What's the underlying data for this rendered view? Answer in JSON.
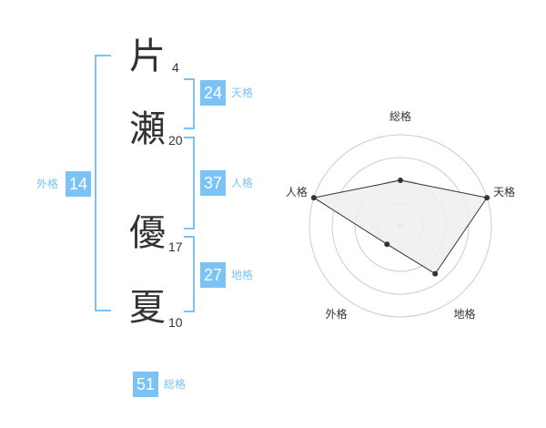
{
  "colors": {
    "accent": "#7cc3f5",
    "text": "#333333",
    "grid": "#cccccc",
    "fill": "#eeeeee"
  },
  "name": {
    "characters": [
      {
        "char": "片",
        "strokes": "4"
      },
      {
        "char": "瀬",
        "strokes": "20"
      },
      {
        "char": "優",
        "strokes": "17"
      },
      {
        "char": "夏",
        "strokes": "10"
      }
    ]
  },
  "fortunes": {
    "tenkaku": {
      "value": "24",
      "label": "天格"
    },
    "jinkaku": {
      "value": "37",
      "label": "人格"
    },
    "chikaku": {
      "value": "27",
      "label": "地格"
    },
    "gaikaku": {
      "value": "14",
      "label": "外格"
    },
    "soukaku": {
      "value": "51",
      "label": "総格"
    }
  },
  "chart_data": {
    "type": "radar",
    "axes": [
      "総格",
      "天格",
      "地格",
      "外格",
      "人格"
    ],
    "values": [
      0.5,
      1.0,
      0.65,
      0.25,
      1.0
    ],
    "rings": 4,
    "grid": true
  }
}
